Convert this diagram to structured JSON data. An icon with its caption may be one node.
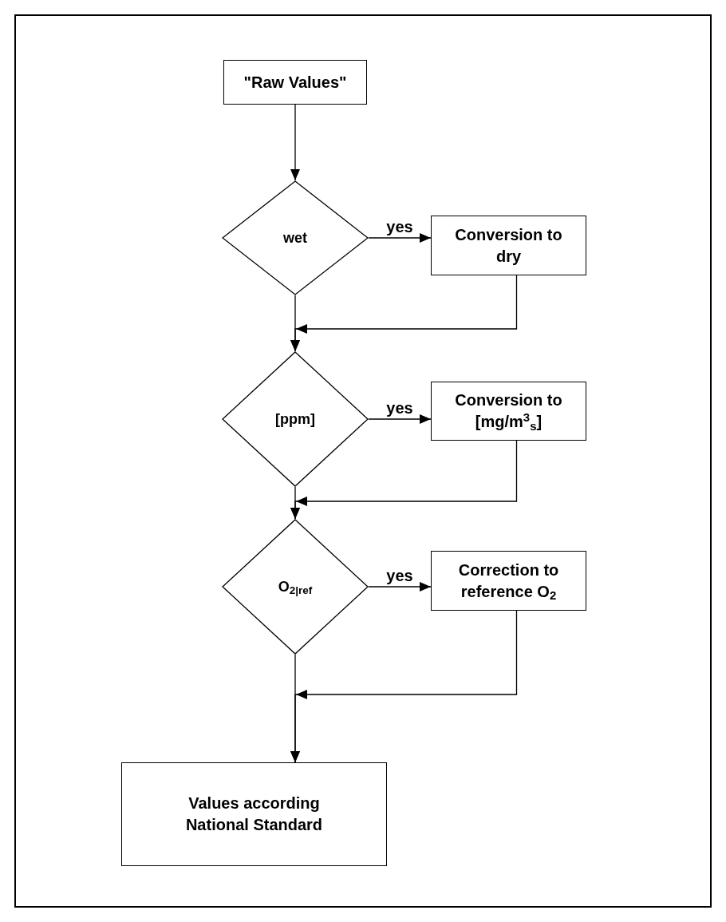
{
  "diagram": {
    "nodes": [
      {
        "text": [
          "\"Raw Values\""
        ]
      },
      {
        "text": [
          "wet"
        ]
      },
      {
        "text": [
          "Conversion to dry"
        ]
      },
      {
        "text": [
          "[ppm]"
        ]
      },
      {
        "text": [
          "Conversion to [mg/m$^{3}$$_{s}$]"
        ]
      },
      {
        "text": [
          "O$_{2|ref}$"
        ]
      },
      {
        "text": [
          "Correction to reference O$_{2}$"
        ]
      },
      {
        "text": [
          "Values according National Standard"
        ]
      }
    ],
    "edges": [
      {
        "from": 0,
        "to": 1,
        "arrow": "to"
      },
      {
        "from": 1,
        "to": 2,
        "arrow": "to",
        "label": "yes"
      },
      {
        "from": 1,
        "to": 3,
        "arrow": "to"
      },
      {
        "from": 2,
        "to": 3,
        "arrow": "to"
      },
      {
        "from": 3,
        "to": 4,
        "arrow": "to",
        "label": "yes"
      },
      {
        "from": 3,
        "to": 5,
        "arrow": "to"
      },
      {
        "from": 4,
        "to": 5,
        "arrow": "to"
      },
      {
        "from": 5,
        "to": 6,
        "arrow": "to",
        "label": "yes"
      },
      {
        "from": 5,
        "to": 7,
        "arrow": "to"
      },
      {
        "from": 6,
        "to": 7,
        "arrow": "to"
      }
    ]
  }
}
